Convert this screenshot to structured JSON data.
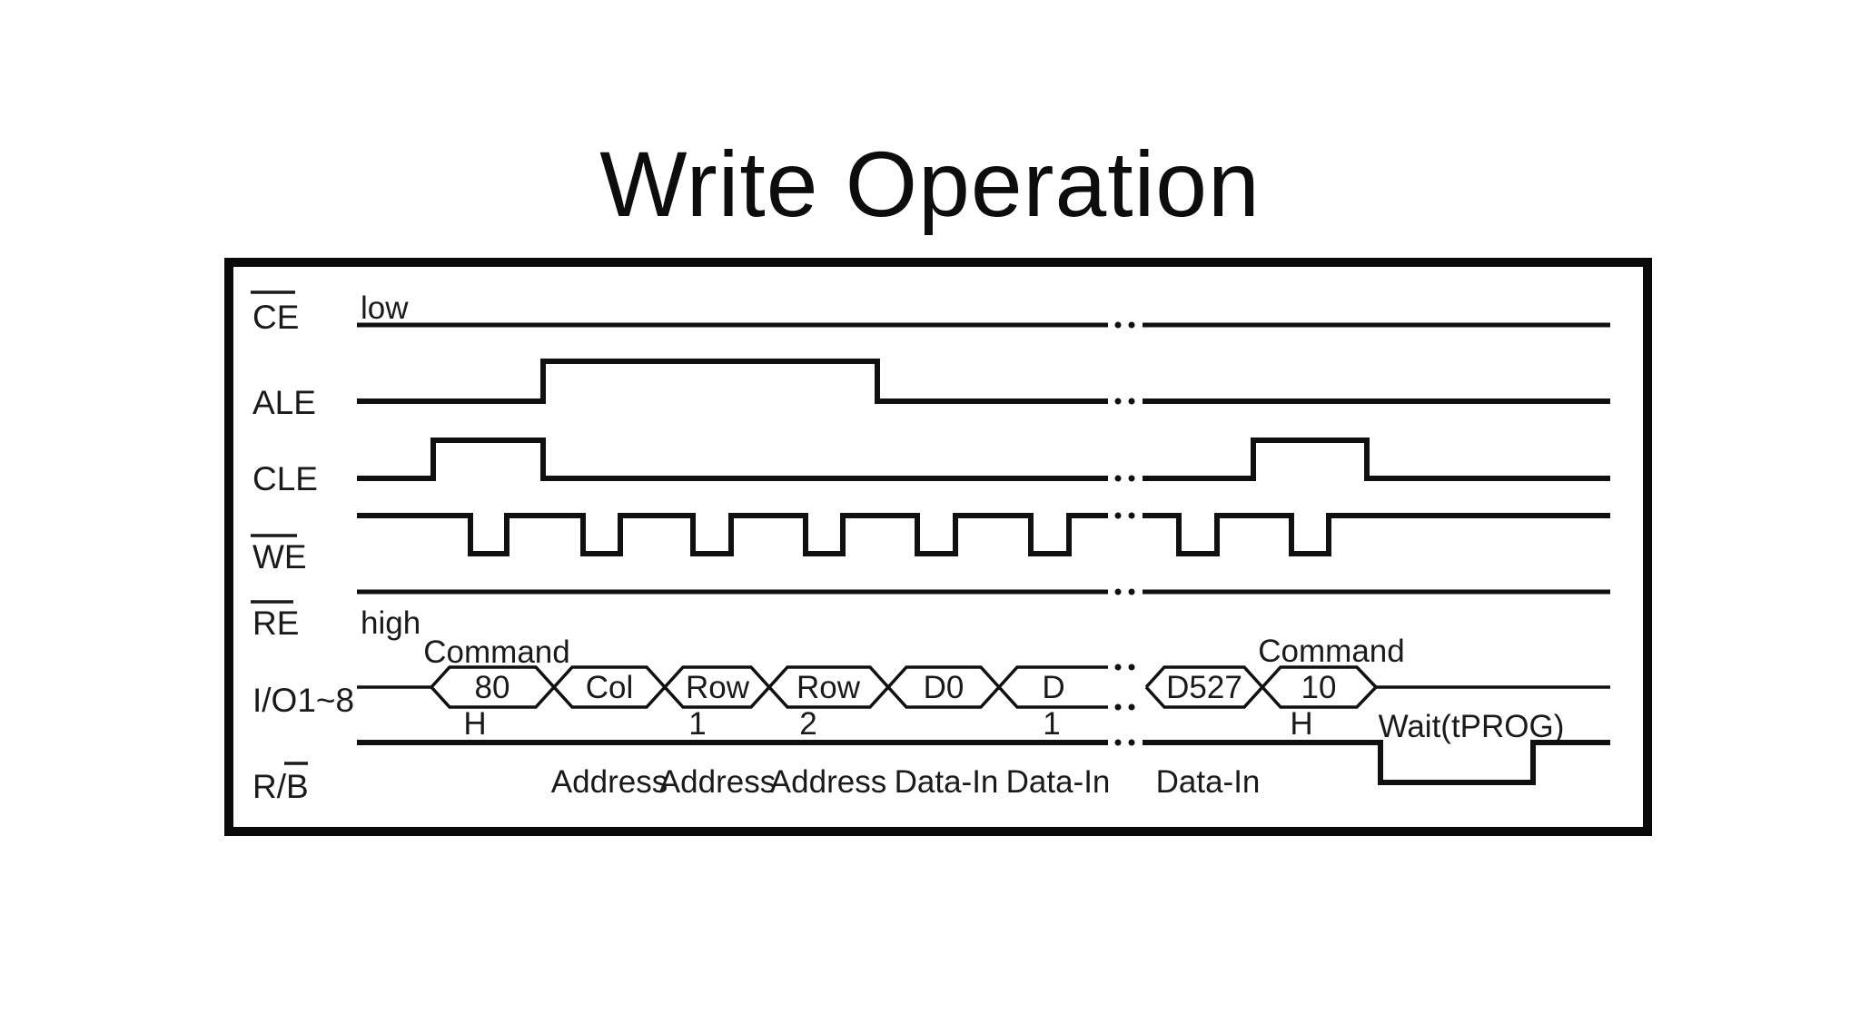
{
  "title": "Write Operation",
  "diagram": {
    "signals": [
      {
        "label": "CE",
        "overline": true,
        "note": "low"
      },
      {
        "label": "ALE",
        "overline": false,
        "note": ""
      },
      {
        "label": "CLE",
        "overline": false,
        "note": ""
      },
      {
        "label": "WE",
        "overline": true,
        "note": ""
      },
      {
        "label": "RE",
        "overline": true,
        "note": "high"
      },
      {
        "label": "I/O1~8",
        "overline": false,
        "note": ""
      },
      {
        "label": "R/B",
        "overline": false,
        "overline_char": "B",
        "note": ""
      }
    ],
    "command_labels": [
      {
        "text": "Command"
      },
      {
        "text": "Command"
      }
    ],
    "bus_segments": [
      {
        "label": "80",
        "sub": "H"
      },
      {
        "label": "Col",
        "sub": ""
      },
      {
        "label": "Row",
        "sub": "1"
      },
      {
        "label": "Row",
        "sub": "2"
      },
      {
        "label": "D0",
        "sub": ""
      },
      {
        "label": "D",
        "sub": "1"
      },
      {
        "label": "D527",
        "sub": ""
      },
      {
        "label": "10",
        "sub": "H"
      }
    ],
    "wait_label": "Wait(tPROG)",
    "bottom_labels": [
      "Address",
      "Address",
      "Address",
      "Data-In",
      "Data-In",
      "Data-In"
    ],
    "break_marks": "..",
    "colors": {
      "ink": "#101010",
      "background": "#ffffff"
    }
  }
}
